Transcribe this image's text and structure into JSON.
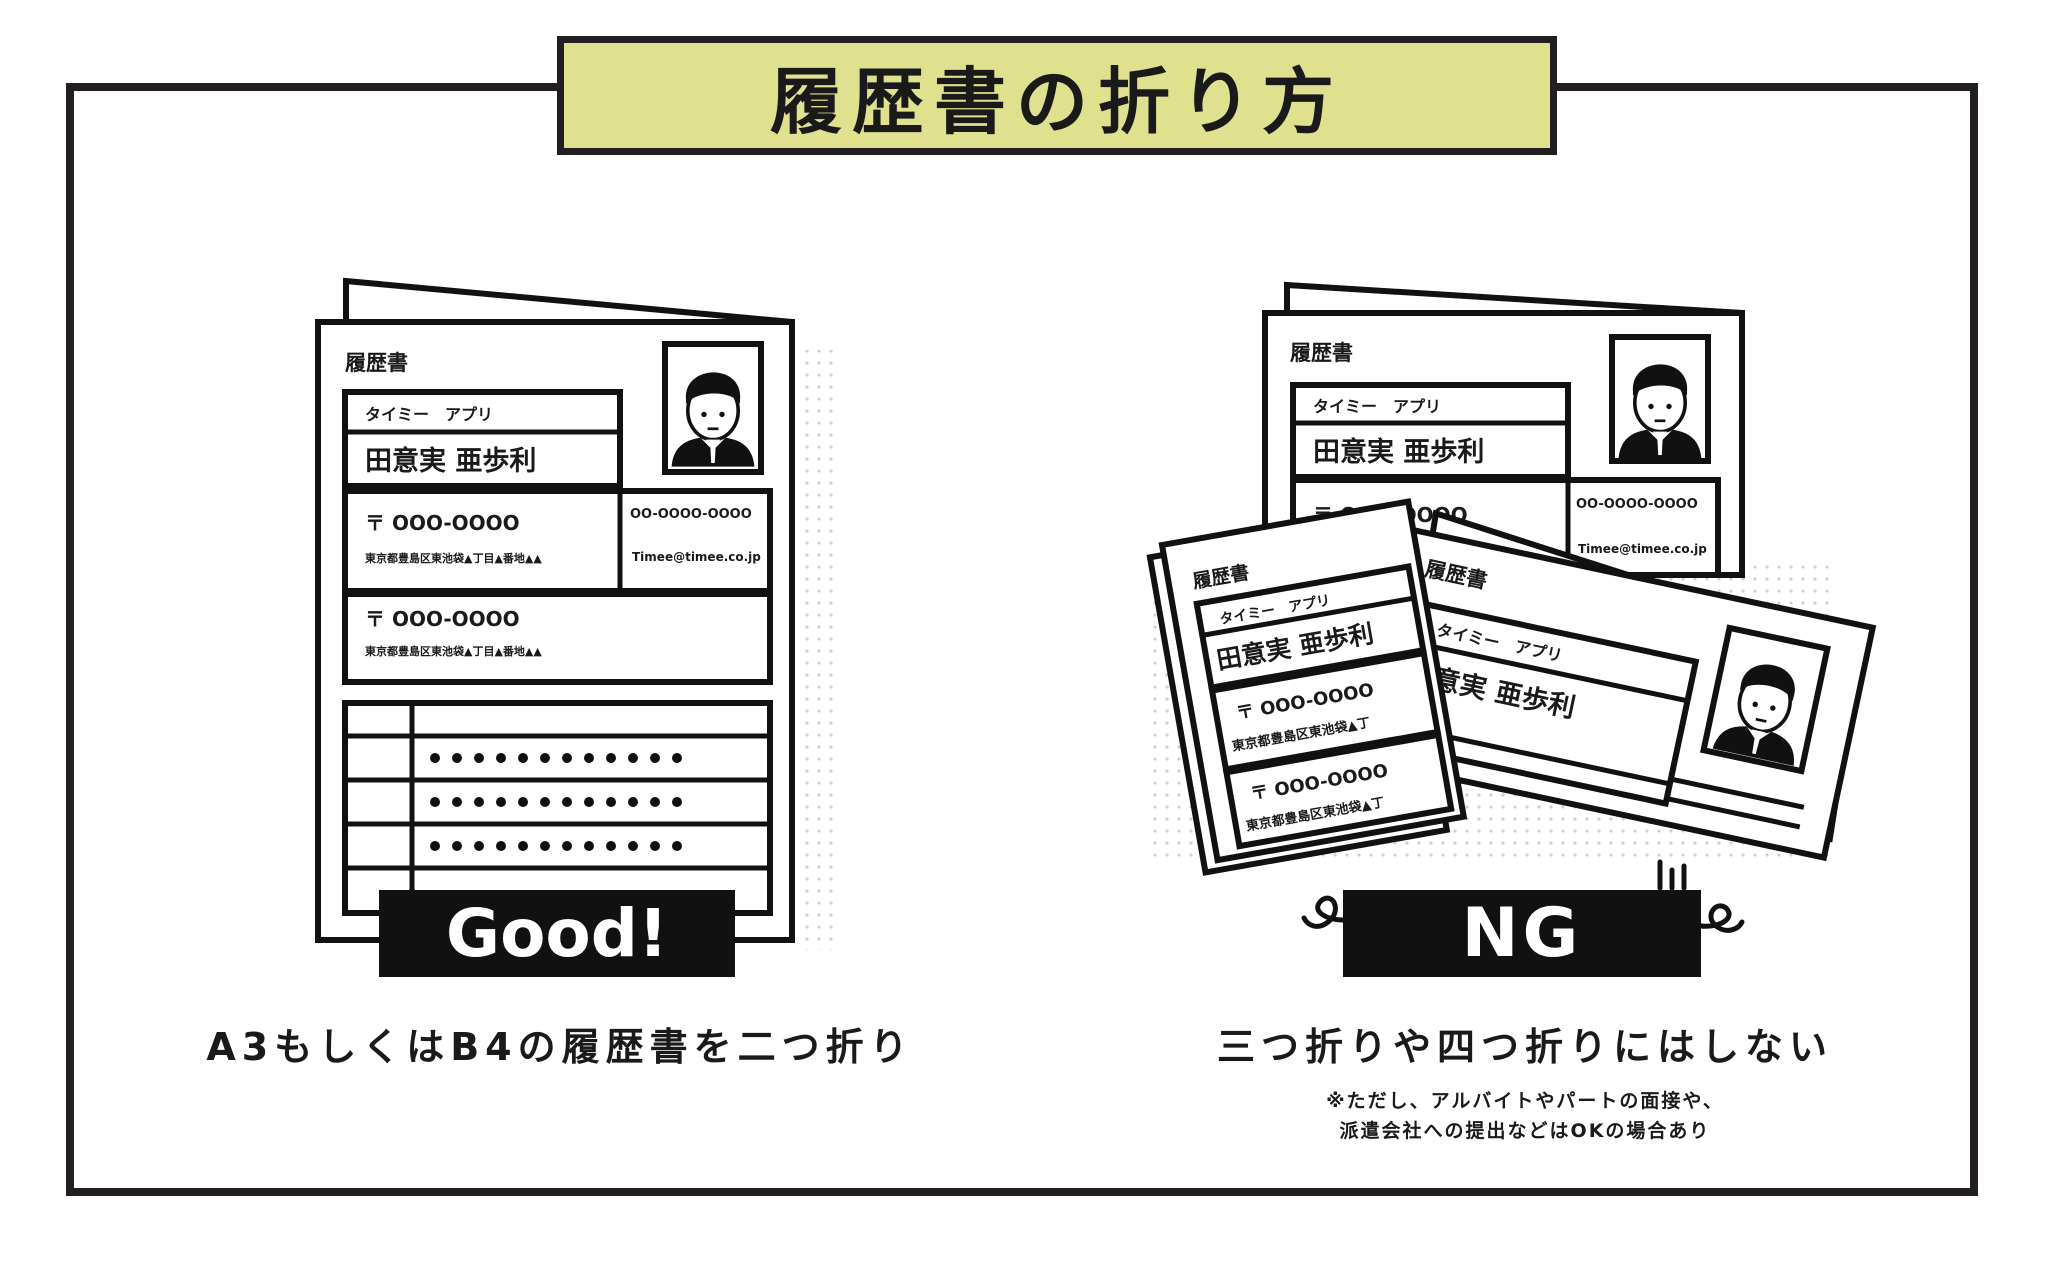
{
  "title": "履歴書の折り方",
  "good": {
    "badge": "Good!",
    "caption": "A3もしくはB4の履歴書を二つ折り",
    "resume": {
      "heading": "履歴書",
      "furigana": "タイミー　アプリ",
      "name": "田意実 亜歩利",
      "postal1": "〒 OOO-OOOO",
      "address1": "東京都豊島区東池袋▲丁目▲番地▲▲",
      "phone": "OO-OOOO-OOOO",
      "email": "Timee@timee.co.jp",
      "postal2": "〒 OOO-OOOO",
      "address2": "東京都豊島区東池袋▲丁目▲番地▲▲"
    }
  },
  "ng": {
    "badge": "NG",
    "caption": "三つ折りや四つ折りにはしない",
    "note_line1": "※ただし、アルバイトやパートの面接や、",
    "note_line2": "派遣会社への提出などはOKの場合あり",
    "resume_back": {
      "heading": "履歴書",
      "furigana": "タイミー　アプリ",
      "name": "田意実 亜歩利",
      "postal": "〒 OOO-OOOO",
      "phone": "OO-OOOO-OOOO",
      "email": "Timee@timee.co.jp"
    },
    "resume_left": {
      "heading": "履歴書",
      "furigana": "タイミー　アプリ",
      "name": "田意実 亜歩利",
      "postal1": "〒 OOO-OOOO",
      "address1": "東京都豊島区東池袋▲丁",
      "postal2": "〒 OOO-OOOO",
      "address2": "東京都豊島区東池袋▲丁"
    },
    "resume_right": {
      "heading": "履歴書",
      "furigana": "タイミー　アプリ",
      "name": "田意実 亜歩利"
    }
  },
  "colors": {
    "title_bg": "#dfe18f",
    "ink": "#231f20",
    "badge_bg": "#111111"
  }
}
